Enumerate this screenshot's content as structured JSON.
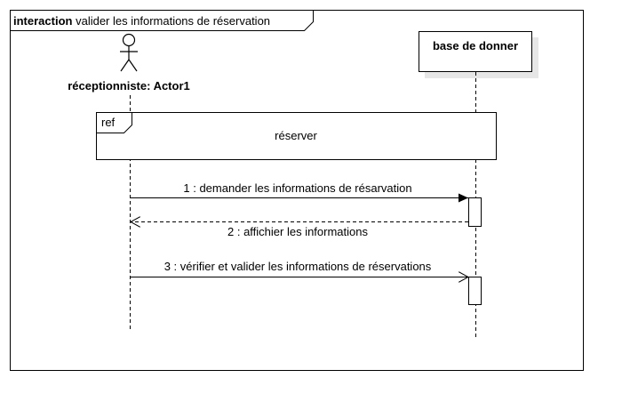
{
  "frame": {
    "keyword": "interaction",
    "name": "valider  les informations de réservation"
  },
  "lifelines": {
    "actor": {
      "label": "réceptionniste: Actor1"
    },
    "database": {
      "label": "base de donner"
    }
  },
  "interaction_use": {
    "operator": "ref",
    "label": "réserver"
  },
  "messages": [
    {
      "label": "1 : demander  les informations  de résarvation",
      "kind": "synchronous"
    },
    {
      "label": "2 : affichier les informations",
      "kind": "reply"
    },
    {
      "label": "3 : vérifier et valider les informations de réservations",
      "kind": "asynchronous"
    }
  ]
}
